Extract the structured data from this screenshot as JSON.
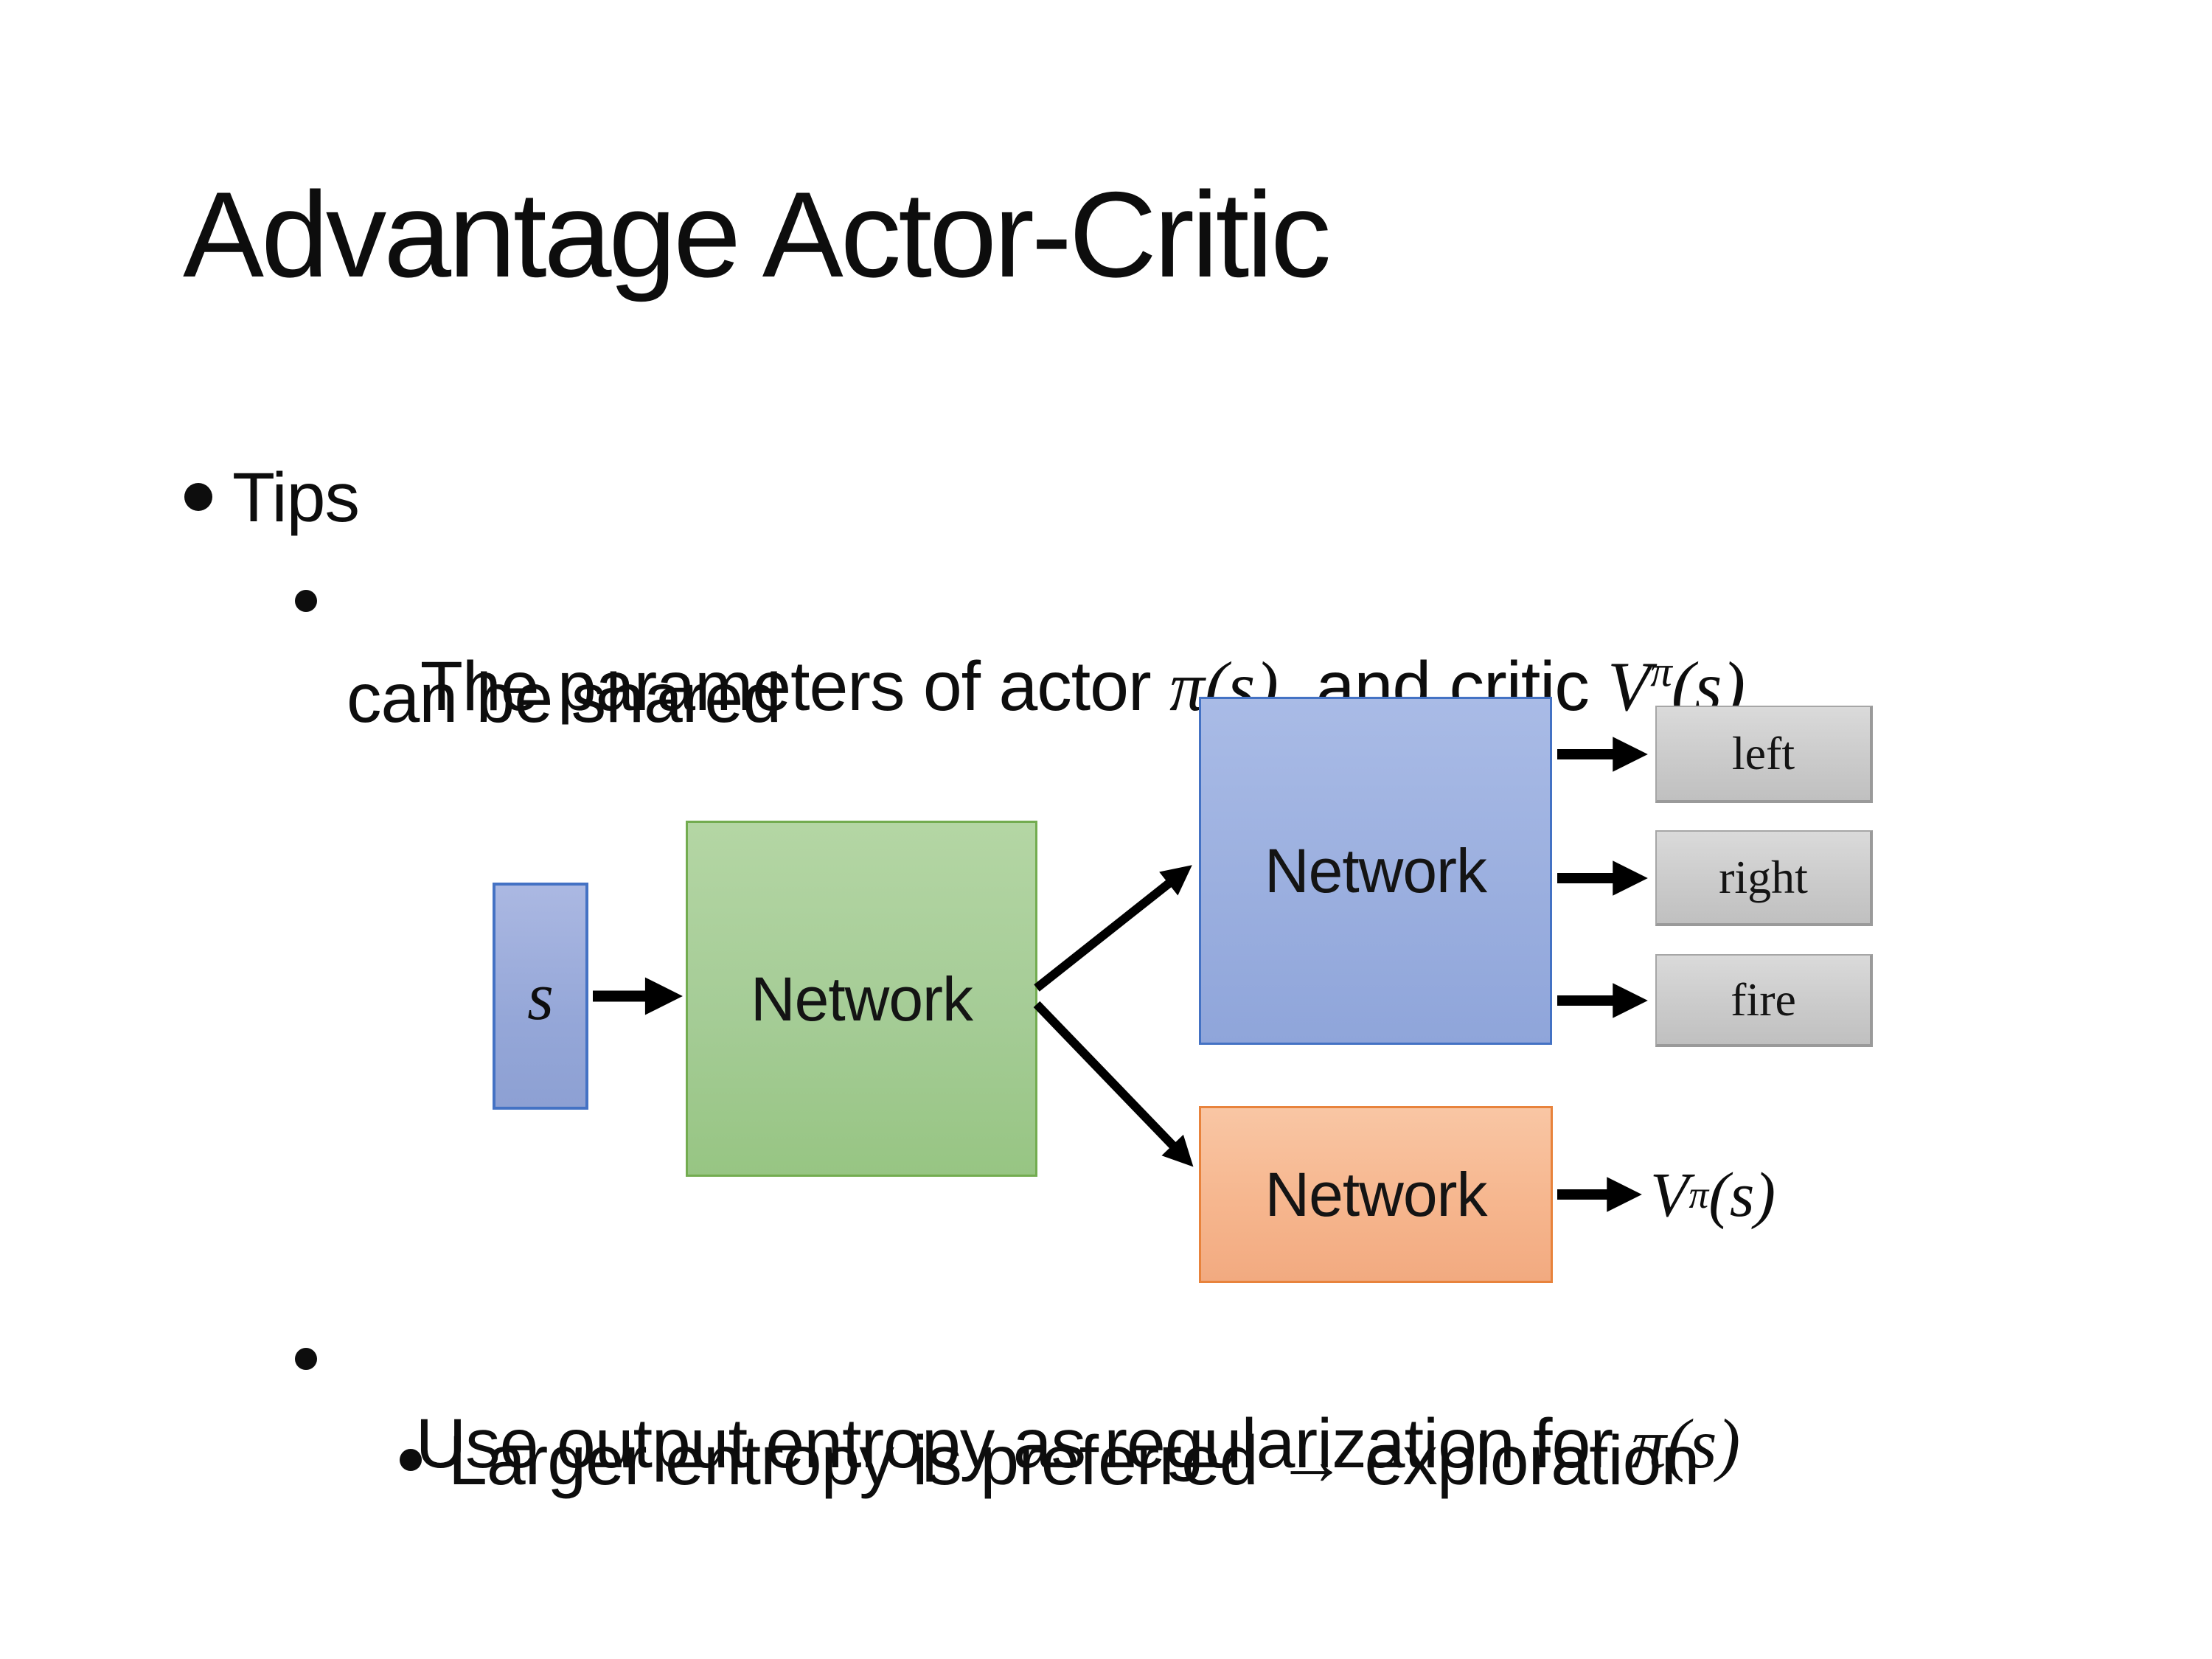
{
  "slide": {
    "title": "Advantage Actor-Critic",
    "bullets": {
      "tips": "Tips",
      "b1": {
        "pre": "The parameters of actor ",
        "math1": "π(s)",
        "mid": "  and critic ",
        "v_base": "V",
        "v_sup": "π",
        "v_args": "(s)",
        "line2": "can be shared"
      },
      "b2": {
        "pre": "Use output entropy as regularization for ",
        "math": "π(s)"
      },
      "b3": {
        "text": "Larger entropy is preferred → exploration"
      }
    },
    "diagram": {
      "state_label": "s",
      "shared_label": "Network",
      "actor_label": "Network",
      "critic_label": "Network",
      "actions": [
        "left",
        "right",
        "fire"
      ],
      "out_base": "V",
      "out_sup": "π",
      "out_args": "(s)"
    },
    "colors": {
      "state_box_fill": "#95A7D8",
      "state_box_border": "#4472C4",
      "shared_box_fill": "#A5CC96",
      "shared_box_border": "#73AC50",
      "actor_box_fill": "#9BAFDF",
      "actor_box_border": "#4472C4",
      "critic_box_fill": "#F6B68E",
      "critic_box_border": "#E8833C",
      "action_box_fill": "#CBCBCB",
      "action_box_border": "#A6A6A6",
      "arrow_color": "#000000",
      "text_color": "#0D0D0D",
      "background": "#FFFFFF"
    }
  }
}
